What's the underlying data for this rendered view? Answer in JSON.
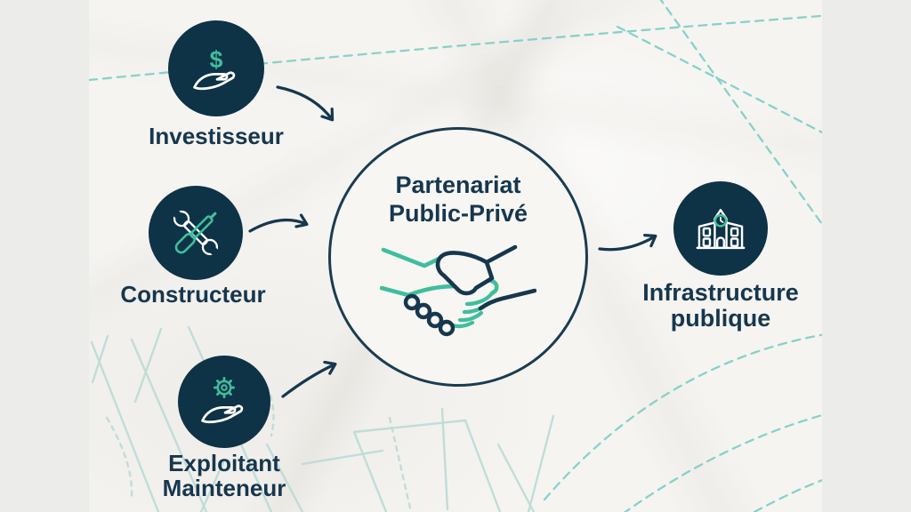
{
  "page": {
    "type": "public-private-partnership-infographic"
  },
  "colors": {
    "side_panel": "#ECECEB",
    "paper": "#F5F4F1",
    "navy": "#0E3246",
    "navy_text": "#16374E",
    "green": "#3FBE9C",
    "dash_teal": "#74CBC4",
    "sketch_teal": "#B7DAD6",
    "center_circle_outline": "#1A3C52"
  },
  "nodes": {
    "investor": {
      "label": "Investisseur",
      "icon": "hand-dollar-icon",
      "symbol": "$"
    },
    "builder": {
      "label": "Constructeur",
      "icon": "crossed-tools-icon"
    },
    "operator": {
      "label_line1": "Exploitant",
      "label_line2": "Mainteneur",
      "icon": "hand-gear-icon"
    }
  },
  "center": {
    "title_line1": "Partenariat",
    "title_line2": "Public-Privé",
    "icon": "handshake-icon"
  },
  "result": {
    "label_line1": "Infrastructure",
    "label_line2": "publique",
    "icon": "public-building-icon"
  }
}
